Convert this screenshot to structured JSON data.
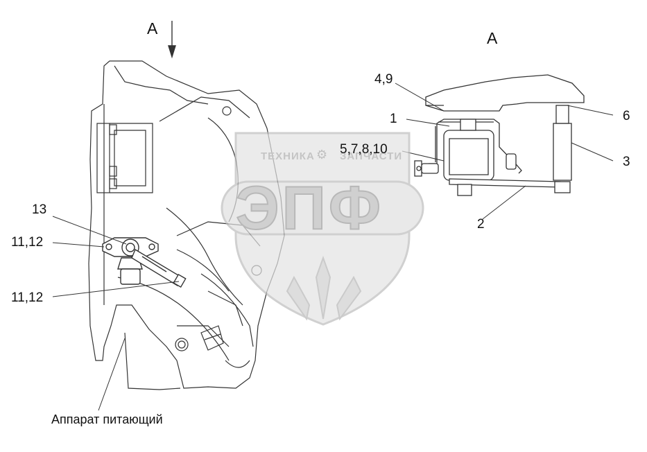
{
  "view": {
    "section_marker_left": "А",
    "section_marker_right": "А"
  },
  "callouts": {
    "c13": "13",
    "c11_12_top": "11,12",
    "c11_12_bottom": "11,12",
    "c4_9": "4,9",
    "c1": "1",
    "c5_7_8_10": "5,7,8,10",
    "c6": "6",
    "c3": "3",
    "c2": "2"
  },
  "caption": "Аппарат питающий",
  "watermark": {
    "top_left": "ТЕХНИКА",
    "top_right": "ЗАПЧАСТИ",
    "center": "ЭПФ",
    "icon": "gear-icon"
  },
  "colors": {
    "line": "#333333",
    "watermark_fill": "#d9d9d9",
    "watermark_stroke": "#bdbdbd"
  }
}
